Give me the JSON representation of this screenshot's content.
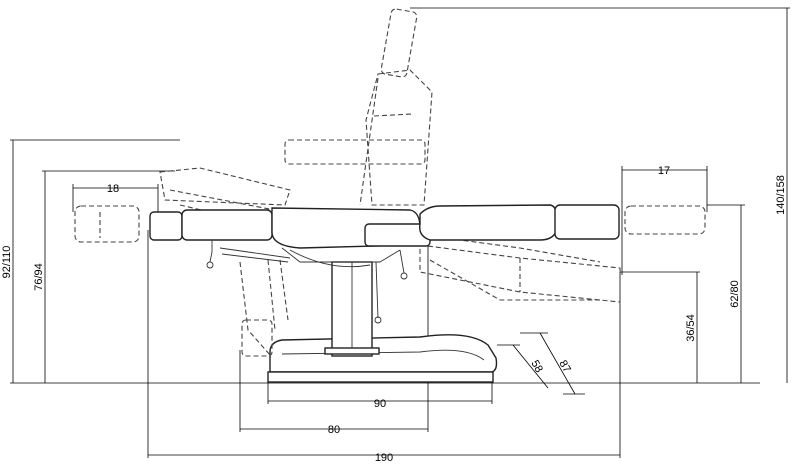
{
  "dimensions": {
    "arm_rest_length": "18",
    "leg_rest_length": "17",
    "total_height": "92/110",
    "seat_height": "76/94",
    "back_height": "140/158",
    "right_height": "62/80",
    "low_height": "36/54",
    "base_diag_short": "58",
    "base_diag_long": "87",
    "base_width": "90",
    "column_width": "80",
    "total_length": "190"
  }
}
